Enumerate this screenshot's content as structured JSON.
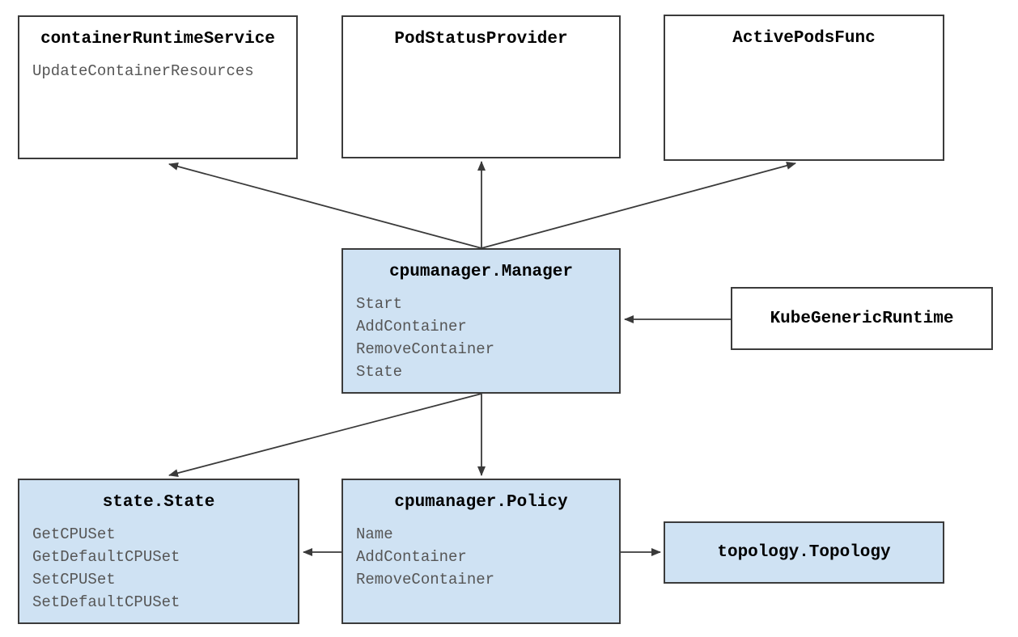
{
  "diagram": {
    "nodes": {
      "container_runtime_service": {
        "title": "containerRuntimeService",
        "methods": [
          "UpdateContainerResources"
        ]
      },
      "pod_status_provider": {
        "title": "PodStatusProvider",
        "methods": []
      },
      "active_pods_func": {
        "title": "ActivePodsFunc",
        "methods": []
      },
      "cpumanager_manager": {
        "title": "cpumanager.Manager",
        "methods": [
          "Start",
          "AddContainer",
          "RemoveContainer",
          "State"
        ]
      },
      "kube_generic_runtime": {
        "title": "KubeGenericRuntime",
        "methods": []
      },
      "state_state": {
        "title": "state.State",
        "methods": [
          "GetCPUSet",
          "GetDefaultCPUSet",
          "SetCPUSet",
          "SetDefaultCPUSet"
        ]
      },
      "cpumanager_policy": {
        "title": "cpumanager.Policy",
        "methods": [
          "Name",
          "AddContainer",
          "RemoveContainer"
        ]
      },
      "topology_topology": {
        "title": "topology.Topology",
        "methods": []
      }
    },
    "edges": [
      {
        "from": "cpumanager.Manager",
        "to": "containerRuntimeService"
      },
      {
        "from": "cpumanager.Manager",
        "to": "PodStatusProvider"
      },
      {
        "from": "cpumanager.Manager",
        "to": "ActivePodsFunc"
      },
      {
        "from": "KubeGenericRuntime",
        "to": "cpumanager.Manager"
      },
      {
        "from": "cpumanager.Manager",
        "to": "state.State"
      },
      {
        "from": "cpumanager.Manager",
        "to": "cpumanager.Policy"
      },
      {
        "from": "cpumanager.Policy",
        "to": "state.State"
      },
      {
        "from": "cpumanager.Policy",
        "to": "topology.Topology"
      }
    ],
    "colors": {
      "background": "#ffffff",
      "node_fill_blue": "#cfe2f3",
      "node_fill_white": "#ffffff",
      "node_border": "#3b3b3b",
      "title_text": "#000000",
      "method_text": "#565656",
      "arrow": "#3a3a3a"
    }
  }
}
